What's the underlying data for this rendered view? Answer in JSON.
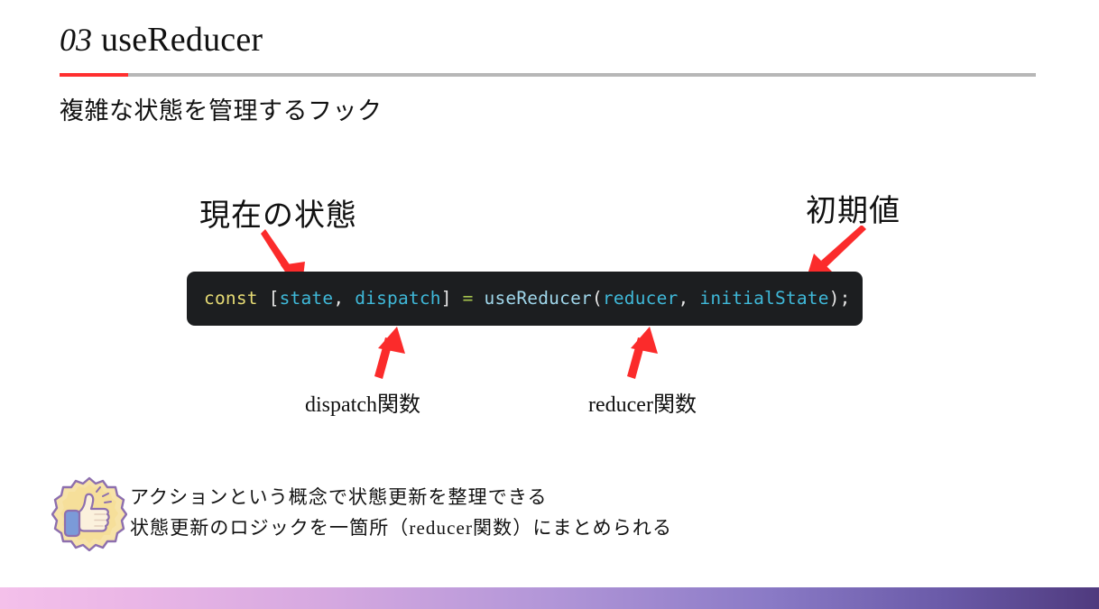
{
  "header": {
    "number": "03",
    "title": "useReducer",
    "subtitle": "複雑な状態を管理するフック",
    "accent_color": "#ff2f2f",
    "rule_color": "#b7b7b7"
  },
  "callouts": {
    "top_left": "現在の状態",
    "top_right": "初期値",
    "bottom_left": "dispatch関数",
    "bottom_right": "reducer関数",
    "arrow_color": "#fb2b2b"
  },
  "code": {
    "background": "#1c1e20",
    "tokens": [
      {
        "text": "const",
        "kind": "kw"
      },
      {
        "text": " ",
        "kind": "punct"
      },
      {
        "text": "[",
        "kind": "punct"
      },
      {
        "text": "state",
        "kind": "var"
      },
      {
        "text": ", ",
        "kind": "punct"
      },
      {
        "text": "dispatch",
        "kind": "var"
      },
      {
        "text": "]",
        "kind": "punct"
      },
      {
        "text": " ",
        "kind": "punct"
      },
      {
        "text": "=",
        "kind": "op"
      },
      {
        "text": " ",
        "kind": "punct"
      },
      {
        "text": "useReducer",
        "kind": "fn"
      },
      {
        "text": "(",
        "kind": "punct"
      },
      {
        "text": "reducer",
        "kind": "var"
      },
      {
        "text": ", ",
        "kind": "punct"
      },
      {
        "text": "initialState",
        "kind": "var"
      },
      {
        "text": ")",
        "kind": "punct"
      },
      {
        "text": ";",
        "kind": "punct"
      }
    ],
    "plain": "const [state, dispatch] = useReducer(reducer, initialState);"
  },
  "note": {
    "icon": "thumbs-up-badge-icon",
    "line1": "アクションという概念で状態更新を整理できる",
    "line2": "状態更新のロジックを一箇所（reducer関数）にまとめられる"
  },
  "footer": {
    "gradient_start": "#f4c0ea",
    "gradient_end": "#4f3a7e"
  }
}
